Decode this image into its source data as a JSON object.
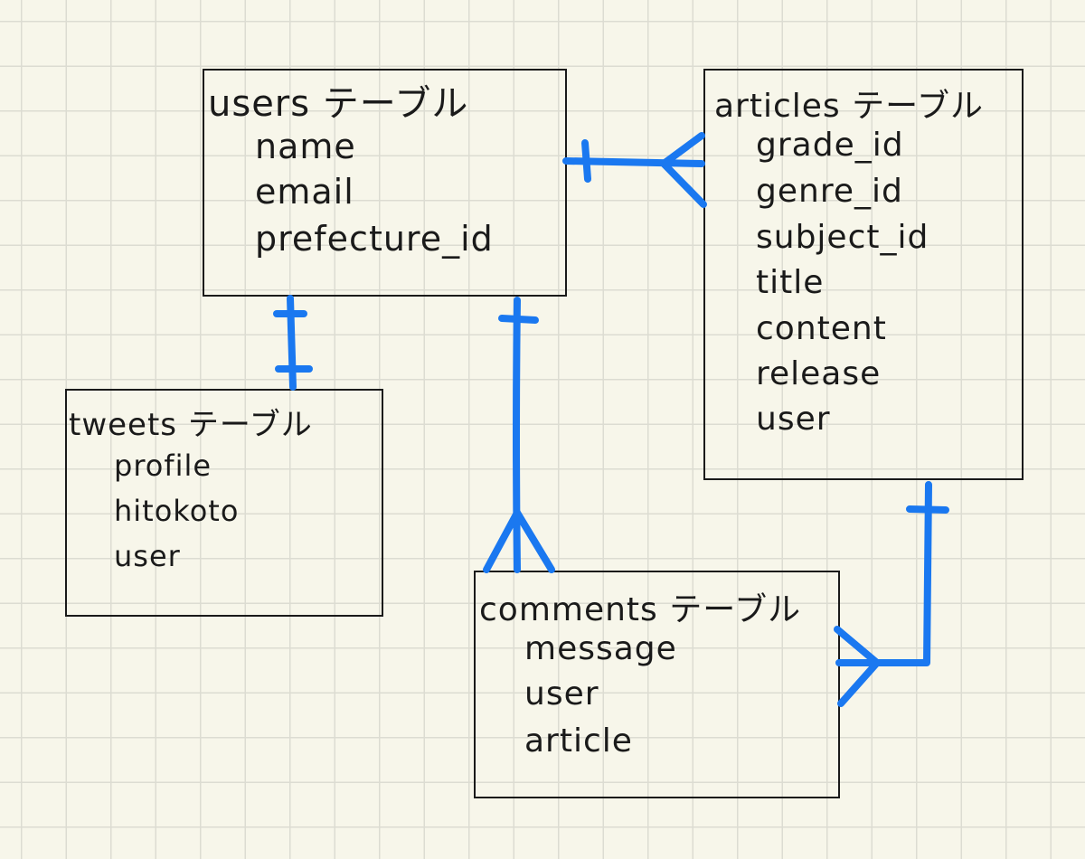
{
  "colors": {
    "line": "#1a78f0",
    "ink": "#1a1a1a",
    "paper": "#f7f6ea",
    "grid": "#dcdcd2"
  },
  "tables": {
    "users": {
      "title": "users テーブル",
      "fields": [
        "name",
        "email",
        "prefecture_id"
      ]
    },
    "articles": {
      "title": "articles テーブル",
      "fields": [
        "grade_id",
        "genre_id",
        "subject_id",
        "title",
        "content",
        "release",
        "user"
      ]
    },
    "tweets": {
      "title": "tweets テーブル",
      "fields": [
        "profile",
        "hitokoto",
        "user"
      ]
    },
    "comments": {
      "title": "comments テーブル",
      "fields": [
        "message",
        "user",
        "article"
      ]
    }
  },
  "relations": [
    {
      "from": "users",
      "to": "articles",
      "type": "one-to-many"
    },
    {
      "from": "users",
      "to": "tweets",
      "type": "one-to-one"
    },
    {
      "from": "users",
      "to": "comments",
      "type": "one-to-many"
    },
    {
      "from": "articles",
      "to": "comments",
      "type": "one-to-many"
    }
  ]
}
